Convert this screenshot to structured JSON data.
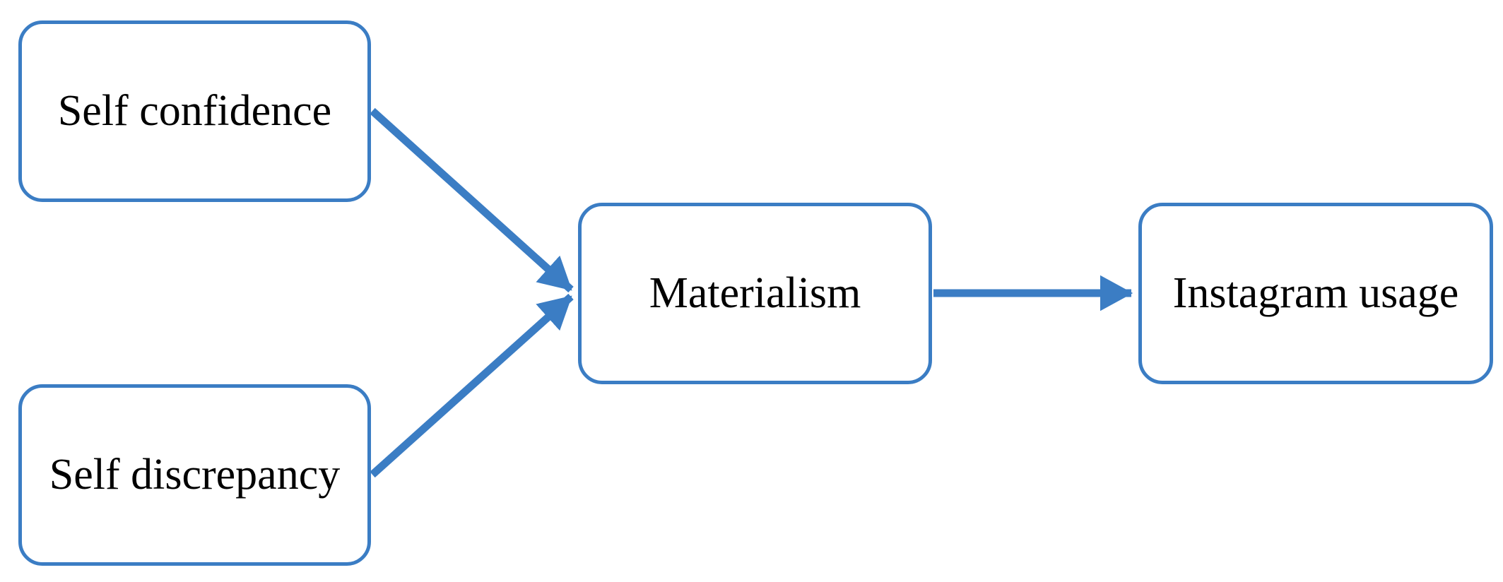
{
  "diagram": {
    "nodes": {
      "self_confidence": "Self confidence",
      "self_discrepancy": "Self discrepancy",
      "materialism": "Materialism",
      "instagram_usage": "Instagram usage"
    },
    "edges": [
      {
        "from": "Self confidence",
        "to": "Materialism"
      },
      {
        "from": "Self discrepancy",
        "to": "Materialism"
      },
      {
        "from": "Materialism",
        "to": "Instagram usage"
      }
    ],
    "colors": {
      "box_border": "#3b7dc4",
      "arrow": "#3b7dc4",
      "text": "#000000",
      "background": "#ffffff"
    }
  }
}
